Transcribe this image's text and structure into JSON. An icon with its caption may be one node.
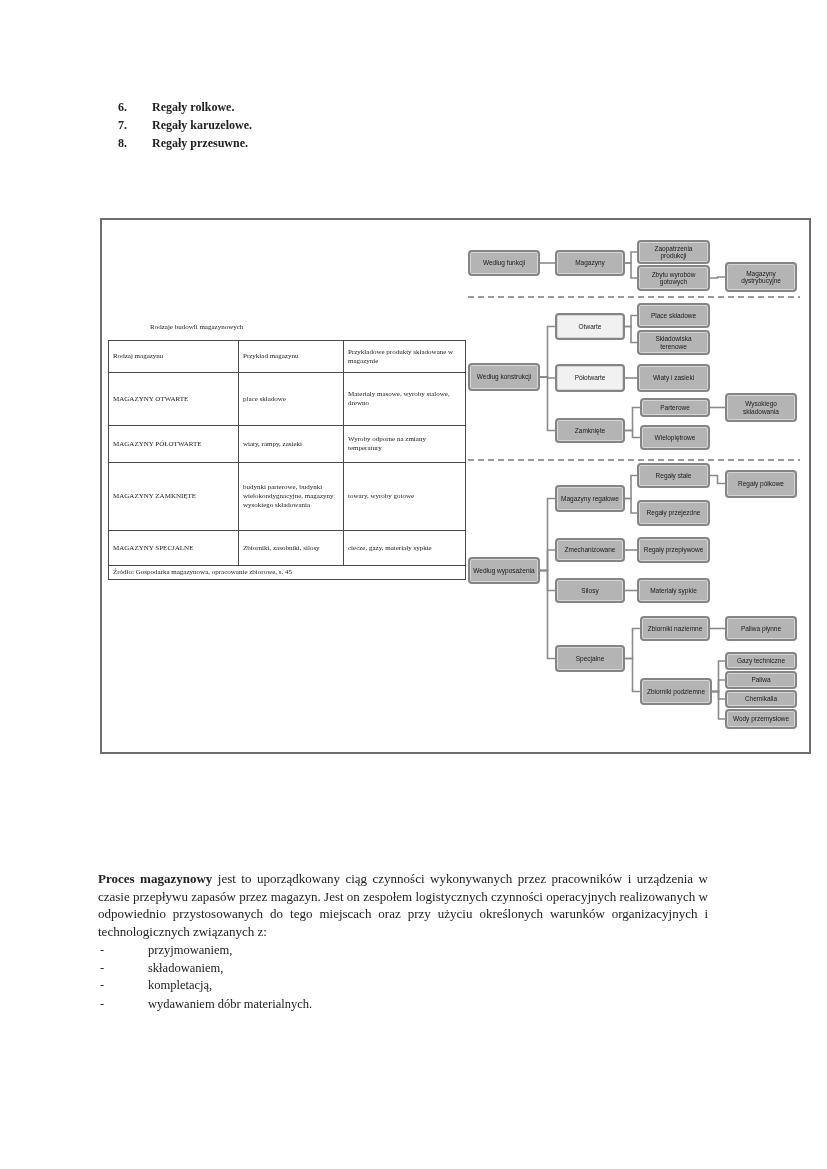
{
  "diagram": {
    "nodes": [
      {
        "text": [
          "Według funkcji"
        ]
      },
      {
        "text": [
          "Magazyny"
        ]
      },
      {
        "text": [
          "Zaopatrzenia produkcji"
        ]
      },
      {
        "text": [
          "Zbytu wyrobów gotowych"
        ]
      },
      {
        "text": [
          "Magazyny dystrybucyjne"
        ]
      },
      {
        "text": [
          "Według konstrukcji"
        ]
      },
      {
        "text": [
          "Otwarte"
        ]
      },
      {
        "text": [
          "Półotwarte"
        ]
      },
      {
        "text": [
          "Zamknięte"
        ]
      },
      {
        "text": [
          "Place składowe"
        ]
      },
      {
        "text": [
          "Składowiska terenowe"
        ]
      },
      {
        "text": [
          "Wiaty i zasieki"
        ]
      },
      {
        "text": [
          "Parterowe"
        ]
      },
      {
        "text": [
          "Wielopiętrowe"
        ]
      },
      {
        "text": [
          "Wysokiego składowania"
        ]
      },
      {
        "text": [
          "Według wyposażenia"
        ]
      },
      {
        "text": [
          "Magazyny regałowe"
        ]
      },
      {
        "text": [
          "Zmechanizowane"
        ]
      },
      {
        "text": [
          "Silosy"
        ]
      },
      {
        "text": [
          "Specjalne"
        ]
      },
      {
        "text": [
          "Regały stałe"
        ]
      },
      {
        "text": [
          "Regały przejezdne"
        ]
      },
      {
        "text": [
          "Regały przepływowe"
        ]
      },
      {
        "text": [
          "Materiały sypkie"
        ]
      },
      {
        "text": [
          "Zbiorniki naziemne"
        ]
      },
      {
        "text": [
          "Zbiorniki podziemne"
        ]
      },
      {
        "text": [
          "Regały półkowe"
        ]
      },
      {
        "text": [
          "Paliwa płynne"
        ]
      },
      {
        "text": [
          "Gazy techniczne"
        ]
      },
      {
        "text": [
          "Paliwa"
        ]
      },
      {
        "text": [
          "Chemikalia"
        ]
      },
      {
        "text": [
          "Wody przemysłowe"
        ]
      }
    ],
    "edges": [
      {
        "from": 0,
        "to": 1,
        "arrow": "none"
      },
      {
        "from": 1,
        "to": 2,
        "arrow": "none"
      },
      {
        "from": 1,
        "to": 3,
        "arrow": "none"
      },
      {
        "from": 3,
        "to": 4,
        "arrow": "none"
      },
      {
        "from": 5,
        "to": 6,
        "arrow": "none"
      },
      {
        "from": 5,
        "to": 7,
        "arrow": "none"
      },
      {
        "from": 5,
        "to": 8,
        "arrow": "none"
      },
      {
        "from": 6,
        "to": 9,
        "arrow": "none"
      },
      {
        "from": 6,
        "to": 10,
        "arrow": "none"
      },
      {
        "from": 7,
        "to": 11,
        "arrow": "none"
      },
      {
        "from": 8,
        "to": 12,
        "arrow": "none"
      },
      {
        "from": 8,
        "to": 13,
        "arrow": "none"
      },
      {
        "from": 12,
        "to": 14,
        "arrow": "none"
      },
      {
        "from": 15,
        "to": 16,
        "arrow": "none"
      },
      {
        "from": 15,
        "to": 17,
        "arrow": "none"
      },
      {
        "from": 15,
        "to": 18,
        "arrow": "none"
      },
      {
        "from": 15,
        "to": 19,
        "arrow": "none"
      },
      {
        "from": 16,
        "to": 20,
        "arrow": "none"
      },
      {
        "from": 16,
        "to": 21,
        "arrow": "none"
      },
      {
        "from": 20,
        "to": 26,
        "arrow": "none"
      },
      {
        "from": 17,
        "to": 22,
        "arrow": "none"
      },
      {
        "from": 18,
        "to": 23,
        "arrow": "none"
      },
      {
        "from": 19,
        "to": 24,
        "arrow": "none"
      },
      {
        "from": 19,
        "to": 25,
        "arrow": "none"
      },
      {
        "from": 24,
        "to": 27,
        "arrow": "none"
      },
      {
        "from": 25,
        "to": 28,
        "arrow": "none"
      },
      {
        "from": 25,
        "to": 29,
        "arrow": "none"
      },
      {
        "from": 25,
        "to": 30,
        "arrow": "none"
      },
      {
        "from": 25,
        "to": 31,
        "arrow": "none"
      }
    ],
    "labels": [
      "6.",
      "Regały rolkowe.",
      "7.",
      "Regały karuzelowe.",
      "8.",
      "Regały przesuwne.",
      "Rodzaje budowli magazynowych",
      "Rodzaj magazynu",
      "Przykład magazynu",
      "Przykładowe produkty składowane w magazynie",
      "MAGAZYNY OTWARTE",
      "place składowe",
      "Materiały masowe, wyroby stalowe, drewno",
      "MAGAZYNY PÓŁOTWARTE",
      "wiaty, rampy, zasieki",
      "Wyroby odporne na zmiany temperatury",
      "MAGAZYNY ZAMKNIĘTE",
      "budynki parterowe, budynki wielokondygnacyjne, magazyny wysokiego składowania",
      "towary, wyroby gotowe",
      "MAGAZYNY SPECJALNE",
      "Zbiorniki, zasobniki, silosy",
      "ciecze, gazy, materiały sypkie",
      "Źródło: Gospodarka magazynowa, opracowanie zbiorowe, s. 45",
      "**Proces magazynowy** jest to uporządkowany ciąg czynności wykonywanych przez pracowników i urządzenia w czasie przepływu zapasów przez magazyn. Jest on zespołem logistycznych czynności operacyjnych realizowanych w odpowiednio przystosowanych do tego miejscach oraz przy użyciu określonych warunków organizacyjnych i technologicznych związanych z:",
      "-",
      "przyjmowaniem,",
      "-",
      "składowaniem,",
      "-",
      "kompletacją,",
      "-",
      "wydawaniem dóbr materialnych."
    ]
  }
}
